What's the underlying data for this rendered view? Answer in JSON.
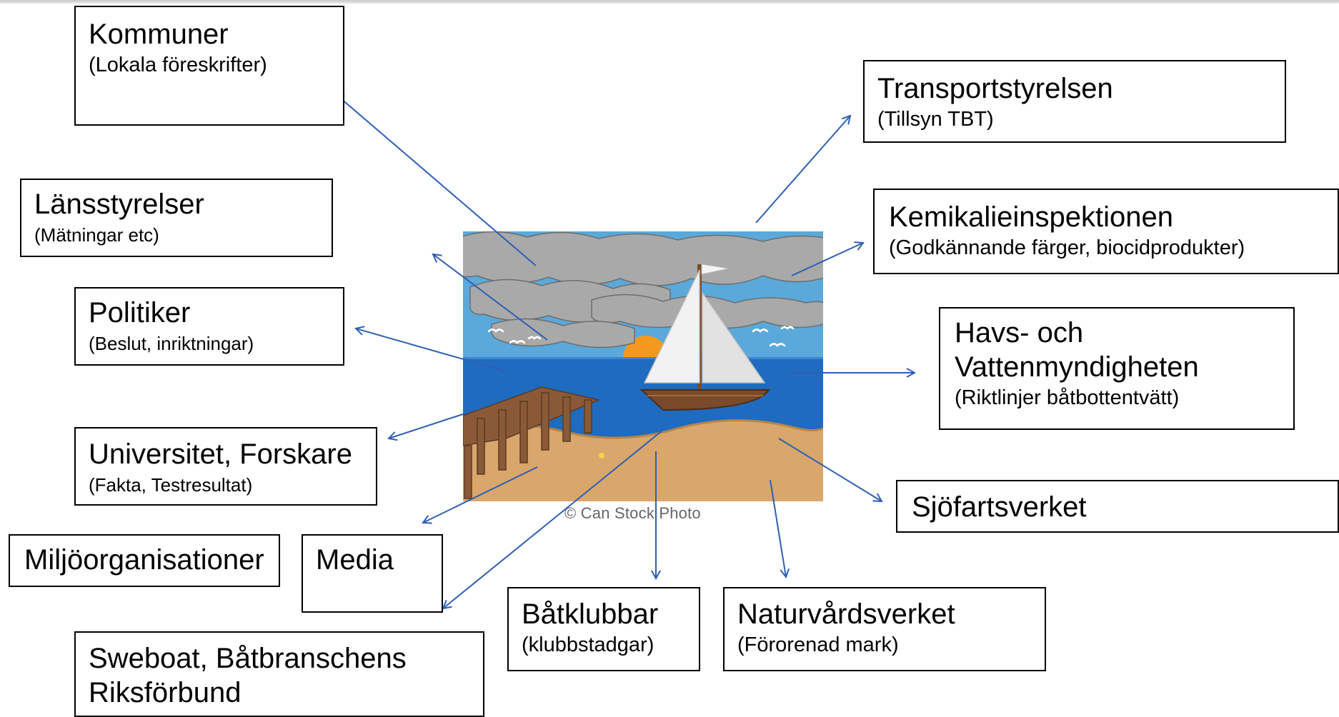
{
  "boxes": {
    "kommuner": {
      "title": "Kommuner",
      "sub": "(Lokala föreskrifter)"
    },
    "lansstyrelser": {
      "title": "Länsstyrelser",
      "sub": "(Mätningar etc)"
    },
    "politiker": {
      "title": "Politiker",
      "sub": "(Beslut, inriktningar)"
    },
    "universitet": {
      "title": "Universitet, Forskare",
      "sub": "(Fakta, Testresultat)"
    },
    "miljoorganisationer": {
      "title": "Miljöorganisationer"
    },
    "media": {
      "title": "Media"
    },
    "sweboat": {
      "title_line1": "Sweboat, Båtbranschens",
      "title_line2": "Riksförbund"
    },
    "batklubbar": {
      "title": "Båtklubbar",
      "sub": "(klubbstadgar)"
    },
    "naturvardsverket": {
      "title": "Naturvårdsverket",
      "sub": "(Förorenad mark)"
    },
    "sjofartsverket": {
      "title": "Sjöfartsverket"
    },
    "havs": {
      "title_line1": "Havs- och",
      "title_line2": "Vattenmyndigheten",
      "sub": "(Riktlinjer båtbottentvätt)"
    },
    "kemikalieinspektionen": {
      "title": "Kemikalieinspektionen",
      "sub": "(Godkännande färger, biocidprodukter)"
    },
    "transportstyrelsen": {
      "title": "Transportstyrelsen",
      "sub": "(Tillsyn TBT)"
    }
  },
  "picture": {
    "credit": "© Can Stock Photo"
  },
  "colors": {
    "arrow": "#2e5fb5",
    "sky": "#5aa9da",
    "sea": "#1e6bbf",
    "sand": "#d9a66b",
    "sun": "#f39a1e",
    "cloud": "#a9a9a9",
    "sail": "#e9e9e9",
    "boat": "#7a4a2a",
    "pier": "#8a5a38"
  }
}
